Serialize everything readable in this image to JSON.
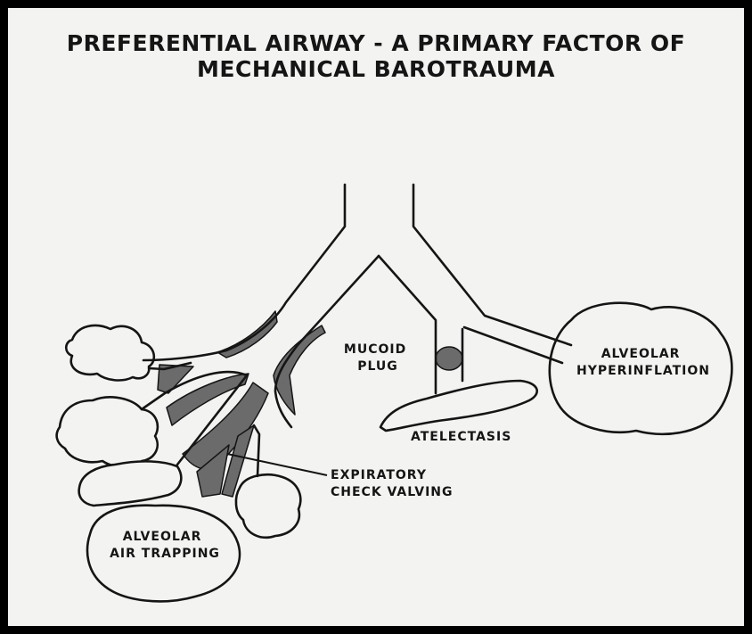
{
  "title": {
    "line1": "PREFERENTIAL AIRWAY - A PRIMARY FACTOR OF",
    "line2": "MECHANICAL BAROTRAUMA"
  },
  "labels": {
    "mucoid_plug": [
      "MUCOID",
      "PLUG"
    ],
    "alveolar_hyperinflation": [
      "ALVEOLAR",
      "HYPERINFLATION"
    ],
    "atelectasis": "ATELECTASIS",
    "expiratory_check_valving": [
      "EXPIRATORY",
      "CHECK VALVING"
    ],
    "alveolar_air_trapping": [
      "ALVEOLAR",
      "AIR TRAPPING"
    ]
  }
}
